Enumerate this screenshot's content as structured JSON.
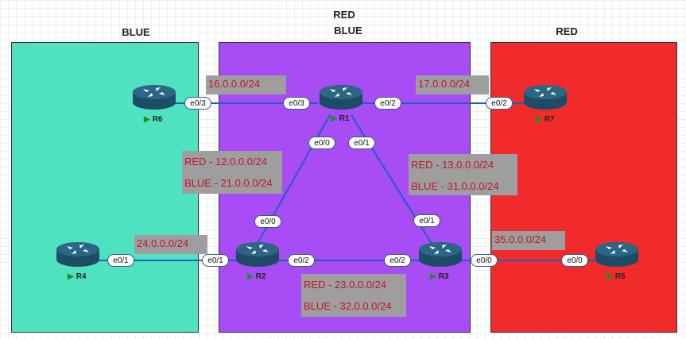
{
  "zones": {
    "blue": {
      "title": "BLUE",
      "color": "#4ee2c1"
    },
    "purple": {
      "title_line1": "RED",
      "title_line2": "BLUE",
      "color": "#a84cf5"
    },
    "red": {
      "title": "RED",
      "color": "#f12b2b"
    }
  },
  "routers": {
    "r1": "R1",
    "r2": "R2",
    "r3": "R3",
    "r4": "R4",
    "r5": "R5",
    "r6": "R6",
    "r7": "R7"
  },
  "networks": {
    "r6_r1": "16.0.0.0/24",
    "r1_r7": "17.0.0.0/24",
    "r1_r2_red": "RED - 12.0.0.0/24",
    "r1_r2_blue": "BLUE - 21.0.0.0/24",
    "r1_r3_red": "RED - 13.0.0.0/24",
    "r1_r3_blue": "BLUE - 31.0.0.0/24",
    "r4_r2": "24.0.0.0/24",
    "r3_r5": "35.0.0.0/24",
    "r2_r3_red": "RED - 23.0.0.0/24",
    "r2_r3_blue": "BLUE - 32.0.0.0/24"
  },
  "interfaces": {
    "r6_e03": "e0/3",
    "r1_e03": "e0/3",
    "r1_e02": "e0/2",
    "r7_e02": "e0/2",
    "r1_e00": "e0/0",
    "r1_e01": "e0/1",
    "r2_e00": "e0/0",
    "r3_e01": "e0/1",
    "r4_e01": "e0/1",
    "r2_e01": "e0/1",
    "r2_e02": "e0/2",
    "r3_e02": "e0/2",
    "r3_e00": "e0/0",
    "r5_e00": "e0/0"
  },
  "link_color": "#1f5fbf",
  "router_color": "#2b6684"
}
